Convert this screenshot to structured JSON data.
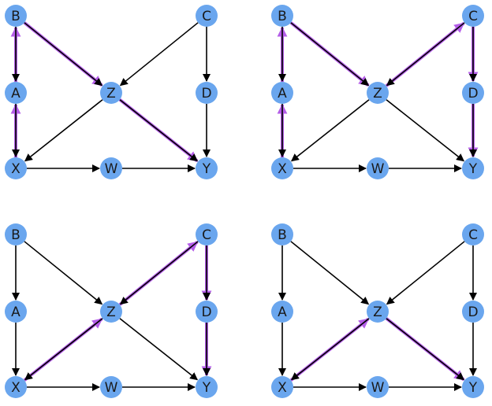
{
  "colors": {
    "node_fill": "#6aa6ee",
    "edge": "#000000",
    "highlight": "#b45de8",
    "background": "#ffffff"
  },
  "nodes": [
    {
      "id": "B",
      "label": "B"
    },
    {
      "id": "C",
      "label": "C"
    },
    {
      "id": "A",
      "label": "A"
    },
    {
      "id": "Z",
      "label": "Z"
    },
    {
      "id": "D",
      "label": "D"
    },
    {
      "id": "X",
      "label": "X"
    },
    {
      "id": "W",
      "label": "W"
    },
    {
      "id": "Y",
      "label": "Y"
    }
  ],
  "edges": [
    {
      "from": "B",
      "to": "A"
    },
    {
      "from": "B",
      "to": "Z"
    },
    {
      "from": "C",
      "to": "Z"
    },
    {
      "from": "C",
      "to": "D"
    },
    {
      "from": "A",
      "to": "X"
    },
    {
      "from": "Z",
      "to": "X"
    },
    {
      "from": "Z",
      "to": "Y"
    },
    {
      "from": "D",
      "to": "Y"
    },
    {
      "from": "X",
      "to": "W"
    },
    {
      "from": "W",
      "to": "Y"
    }
  ],
  "panels": [
    {
      "highlighted_path": [
        [
          "X",
          "A"
        ],
        [
          "A",
          "B"
        ],
        [
          "B",
          "Z"
        ],
        [
          "Z",
          "Y"
        ]
      ]
    },
    {
      "highlighted_path": [
        [
          "X",
          "A"
        ],
        [
          "A",
          "B"
        ],
        [
          "B",
          "Z"
        ],
        [
          "Z",
          "C"
        ],
        [
          "C",
          "D"
        ],
        [
          "D",
          "Y"
        ]
      ]
    },
    {
      "highlighted_path": [
        [
          "X",
          "Z"
        ],
        [
          "Z",
          "C"
        ],
        [
          "C",
          "D"
        ],
        [
          "D",
          "Y"
        ]
      ]
    },
    {
      "highlighted_path": [
        [
          "X",
          "Z"
        ],
        [
          "Z",
          "Y"
        ]
      ]
    }
  ]
}
